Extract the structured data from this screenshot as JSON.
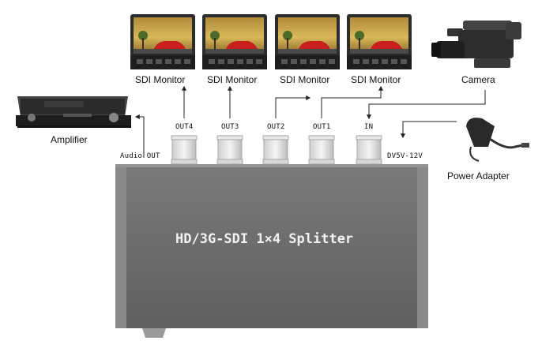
{
  "device": {
    "title": "HD/3G-SDI 1×4 Splitter",
    "ports": {
      "out4": "OUT4",
      "out3": "OUT3",
      "out2": "OUT2",
      "out1": "OUT1",
      "in": "IN",
      "audio_out": "Audio OUT",
      "power": "DV5V-12V"
    }
  },
  "components": {
    "monitor_label": "SDI Monitor",
    "amplifier": "Amplifier",
    "camera": "Camera",
    "power_adapter": "Power Adapter"
  },
  "colors": {
    "device_body": "#6e6e6e",
    "device_edge": "#8a8a8a",
    "monitor_screen_sky": "#c9a64a",
    "car": "#c81e1e",
    "arrow": "#222222"
  }
}
